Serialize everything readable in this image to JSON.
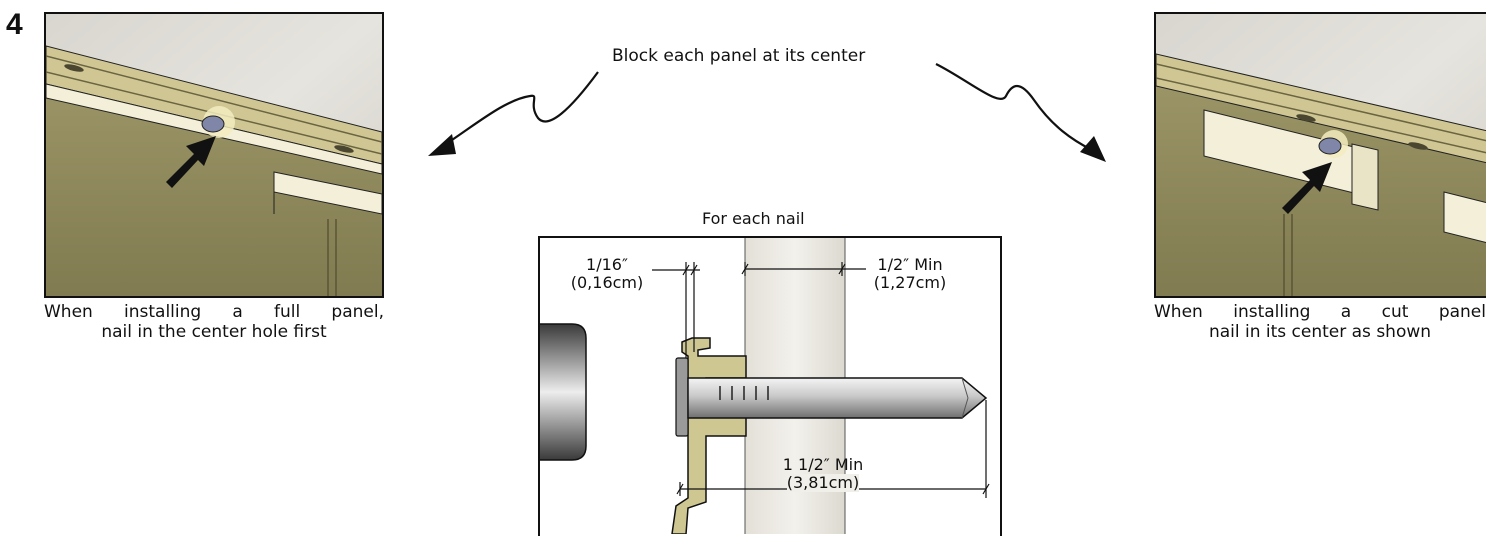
{
  "step": {
    "number": "4"
  },
  "annotation": {
    "text": "Block each panel at its center"
  },
  "left_panel": {
    "caption_line1": "When installing a full panel,",
    "caption_line2": "nail in the center hole first"
  },
  "right_panel": {
    "caption_line1": "When installing a cut panel",
    "caption_line2": "nail in its center as shown"
  },
  "center_detail": {
    "title": "For each nail",
    "dim_gap": {
      "imperial": "1/16″",
      "metric": "(0,16cm)"
    },
    "dim_penetration": {
      "imperial": "1/2″ Min",
      "metric": "(1,27cm)"
    },
    "dim_length": {
      "imperial": "1 1/2″ Min",
      "metric": "(3,81cm)"
    }
  },
  "colors": {
    "siding": "#c9c08a",
    "panel_face": "#8f8a5e",
    "wall": "#dedcd5",
    "stud": "#ece9e2",
    "outline": "#111111"
  }
}
